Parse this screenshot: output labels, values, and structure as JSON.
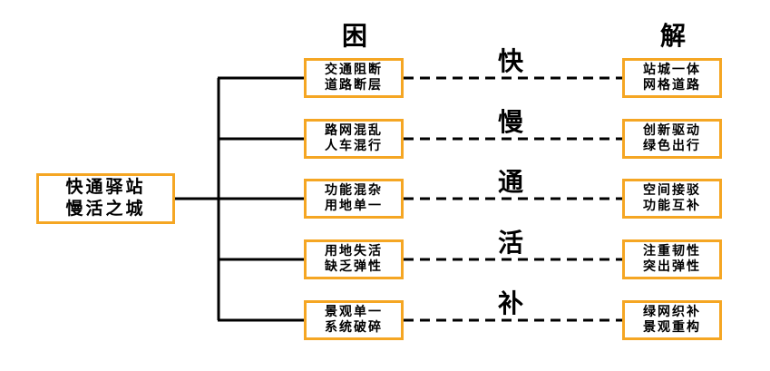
{
  "root": {
    "line1": "快通驿站",
    "line2": "慢活之城"
  },
  "headers": {
    "problem": "困",
    "solution": "解"
  },
  "rows": [
    {
      "problem": [
        "交通阻断",
        "道路断层"
      ],
      "keyword": "快",
      "solution": [
        "站城一体",
        "网格道路"
      ]
    },
    {
      "problem": [
        "路网混乱",
        "人车混行"
      ],
      "keyword": "慢",
      "solution": [
        "创新驱动",
        "绿色出行"
      ]
    },
    {
      "problem": [
        "功能混杂",
        "用地单一"
      ],
      "keyword": "通",
      "solution": [
        "空间接驳",
        "功能互补"
      ]
    },
    {
      "problem": [
        "用地失活",
        "缺乏弹性"
      ],
      "keyword": "活",
      "solution": [
        "注重韧性",
        "突出弹性"
      ]
    },
    {
      "problem": [
        "景观单一",
        "系统破碎"
      ],
      "keyword": "补",
      "solution": [
        "绿网织补",
        "景观重构"
      ]
    }
  ],
  "colors": {
    "box_border": "#f5a623",
    "line": "#000000",
    "text": "#000000"
  }
}
